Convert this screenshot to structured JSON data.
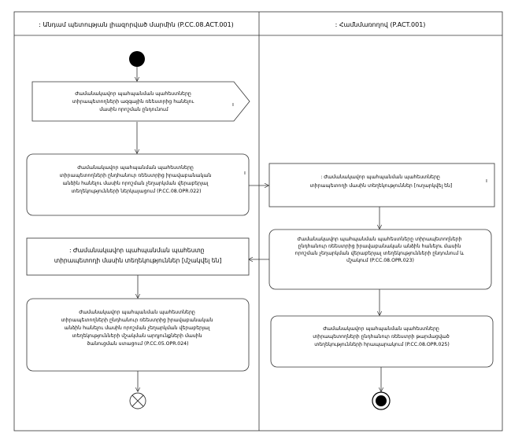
{
  "lanes": {
    "left_title": ": Անդամ պետության լիազորված մարմին  (P.CC.08.ACT.001)",
    "right_title": ": Համնմառողով (P.ACT.001)"
  },
  "nodes": {
    "send_signal": {
      "lines": [
        "Ժամանակավոր պահպանման պահեստները",
        "տիրապետողների ազգային ռեեստրից հանելու",
        "մասին որոշման ընդունում"
      ]
    },
    "left_proc_1": {
      "lines": [
        "Ժամանակավոր պահպանման պահեստները",
        "տիրապետողների ընդհանուր ռեեստրից իրավաբանական",
        "անձին հանելու մասին որոշման չեղարկման վերաբերյալ",
        "տեղեկությունների ներկայացում (P.CC.08.OPR.022)"
      ]
    },
    "right_recv_1": {
      "lines": [
        ": Ժամանակավոր պահպանման պահեստները",
        "տիրապետողի մասին տեղեկություններ [ուղարկվել են]"
      ]
    },
    "right_proc_1": {
      "lines": [
        "Ժամանակավոր պահպանման պահեստները տիրապետողների",
        "ընդհանուր ռեեստրից իրավաբանական անձին հանելու մասին",
        "որոշման չեղարկման վերաբերյալ տեղեկությունների ընդունում և",
        "մշակում (P.CC.08.OPR.023)"
      ]
    },
    "left_recv_1": {
      "lines": [
        ": Ժամանակավոր պահպանման պահեստը",
        "տիրապետողի մասին տեղեկություններ [մշակվել են]"
      ]
    },
    "left_proc_2": {
      "lines": [
        "Ժամանակավոր պահպանման պահեստները",
        "տիրապետողների ընդհանուր ռեեստրից իրավաբանական",
        "անձին հանելու մասին որոշման չեղարկման վերաբերյալ",
        "տեղեկությունների մշակման  արդյունքների մասին",
        "ծանուցման ստացում (P.CC.05.OPR.024)"
      ]
    },
    "right_proc_2": {
      "lines": [
        "Ժամանակավոր պահպանման պահեստները",
        "տիրապետողների ընդհանուր ռեեստրի թարմացված",
        "տեղեկությունների հրապարակում (P.CC.08.OPR.025)"
      ]
    }
  },
  "marks": {
    "tick": "ı"
  }
}
